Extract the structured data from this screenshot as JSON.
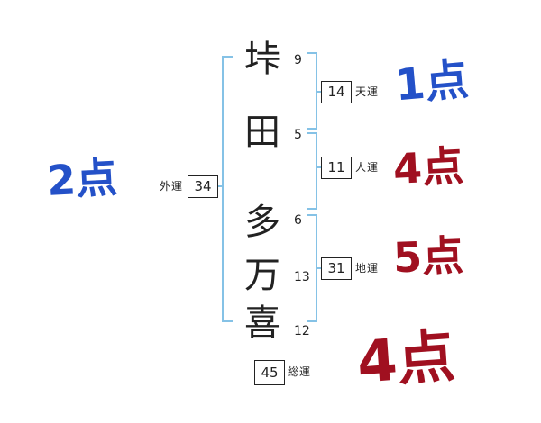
{
  "colors": {
    "blue": "#2451c8",
    "red": "#a01020",
    "bracket": "#85c2e6",
    "ink": "#222222"
  },
  "diagram": {
    "chars": [
      {
        "glyph": "垰",
        "strokes": "9"
      },
      {
        "glyph": "田",
        "strokes": "5"
      },
      {
        "glyph": "多",
        "strokes": "6"
      },
      {
        "glyph": "万",
        "strokes": "13"
      },
      {
        "glyph": "喜",
        "strokes": "12"
      }
    ],
    "fortunes": [
      {
        "id": "tenun",
        "label": "天運",
        "value": "14",
        "score": "1点"
      },
      {
        "id": "jinun",
        "label": "人運",
        "value": "11",
        "score": "4点"
      },
      {
        "id": "chiun",
        "label": "地運",
        "value": "31",
        "score": "5点"
      },
      {
        "id": "gaiun",
        "label": "外運",
        "value": "34",
        "score": "2点"
      },
      {
        "id": "souun",
        "label": "総運",
        "value": "45",
        "score": "4点"
      }
    ]
  }
}
